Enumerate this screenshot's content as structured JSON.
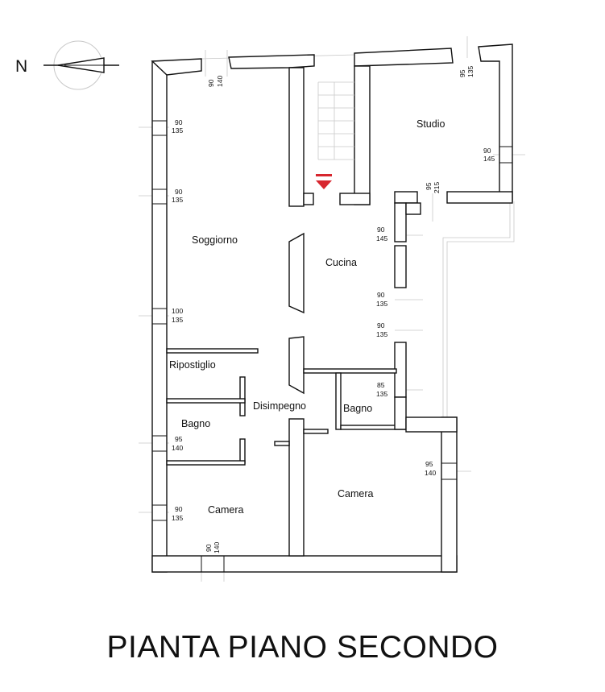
{
  "title": "PIANTA PIANO SECONDO",
  "north_label": "N",
  "rooms": {
    "studio": "Studio",
    "soggiorno": "Soggiorno",
    "cucina": "Cucina",
    "ripostiglio": "Ripostiglio",
    "disimpegno": "Disimpegno",
    "bagno_west": "Bagno",
    "bagno_center": "Bagno",
    "camera_west": "Camera",
    "camera_east": "Camera"
  },
  "openings": [
    {
      "w": "90",
      "h": "140"
    },
    {
      "w": "95",
      "h": "135"
    },
    {
      "w": "90",
      "h": "135"
    },
    {
      "w": "90",
      "h": "135"
    },
    {
      "w": "90",
      "h": "145"
    },
    {
      "w": "95",
      "h": "215"
    },
    {
      "w": "90",
      "h": "145"
    },
    {
      "w": "100",
      "h": "135"
    },
    {
      "w": "90",
      "h": "135"
    },
    {
      "w": "90",
      "h": "135"
    },
    {
      "w": "85",
      "h": "135"
    },
    {
      "w": "95",
      "h": "140"
    },
    {
      "w": "95",
      "h": "140"
    },
    {
      "w": "90",
      "h": "135"
    },
    {
      "w": "90",
      "h": "140"
    }
  ],
  "entrance_marker_color": "#d7262e"
}
